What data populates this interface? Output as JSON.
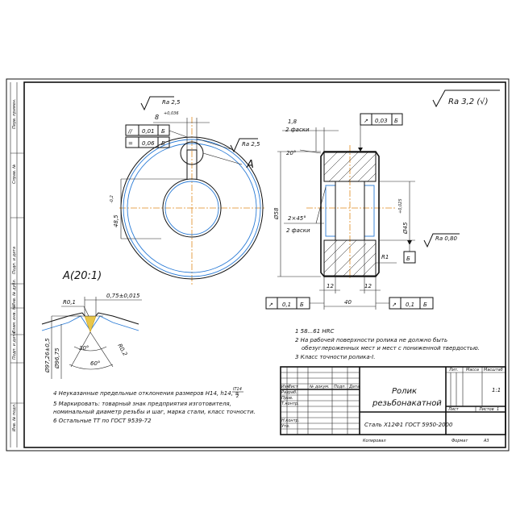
{
  "roughness": {
    "general": "Ra 3,2 (√)",
    "top_surface": "Ra 2,5",
    "keyway_side": "Ra 2,5",
    "bore": "Ra 0,80"
  },
  "front_view": {
    "keyway_width": "8",
    "keyway_tol": "+0,036",
    "tol_frame_1": {
      "symbol": "//",
      "value": "0,01",
      "datum": "Б"
    },
    "tol_frame_2": {
      "symbol": "=",
      "value": "0,06",
      "datum": "Б"
    },
    "dim_height": "48,5",
    "dim_height_tol": "-0,2",
    "section_letter": "A"
  },
  "side_view": {
    "chamfer_top": "1,8",
    "chamfer_top_label": "2 фаски",
    "angle": "20°",
    "runout_top": {
      "value": "0,03",
      "datum": "Б"
    },
    "dia_outer": "Ø58",
    "chamfer_inner": "2×45°",
    "chamfer_inner_label": "2 фаски",
    "dia_bore": "Ø45",
    "dia_bore_tol": "+0,025",
    "radius": "R1",
    "datum": "Б",
    "dim_12_left": "12",
    "dim_12_right": "12",
    "dim_40": "40",
    "runout_left": {
      "value": "0,1",
      "datum": "Б"
    },
    "runout_right": {
      "value": "0,1",
      "datum": "Б"
    }
  },
  "detail": {
    "title": "A(20:1)",
    "r01": "R0,1",
    "width": "0,75±0,015",
    "dia_1": "Ø97,26±0,5",
    "dia_2": "Ø96,75",
    "angle_30": "30°",
    "angle_60": "60°",
    "r02": "R0,2"
  },
  "notes_right": [
    "1 58...61 HRC",
    "2 На рабочей поверхности ролика не должно быть",
    "обезуглероженных мест и мест с пониженной твердостью.",
    "3 Класс точности ролика-I."
  ],
  "notes_left": [
    "4 Неуказанные предельные отклонения размеров H14, h14, ±",
    "5 Маркировать: товарный знак предприятия изготовителя,",
    "номинальный диаметр резьбы и шаг, марка стали, класс точности.",
    "6 Остальные ТТ по ГОСТ 9539-72"
  ],
  "it_fraction": {
    "num": "IT14",
    "den": "2"
  },
  "side_strip": [
    "Перв. примен.",
    "Справ. №",
    "Подп. и дата",
    "Инв. № дубл.",
    "Взам. инв. №",
    "Подп. и дата",
    "Инв. № подл."
  ],
  "title_block": {
    "name_1": "Ролик",
    "name_2": "резьбонакатной",
    "material": "Сталь Х12Ф1 ГОСТ 5950-2000",
    "col_izm": "Изм.",
    "col_list": "Лист",
    "col_doc": "№ докум.",
    "col_sign": "Подп.",
    "col_date": "Дата",
    "razrab": "Разраб.",
    "prov": "Пров.",
    "tkontr": "Т.контр.",
    "nkontr": "Н.контр.",
    "utv": "Утв.",
    "lit": "Лит.",
    "massa": "Масса",
    "masshtab": "Масштаб",
    "scale_val": "1:1",
    "list": "Лист",
    "listov": "Листов",
    "listov_val": "1",
    "kopiroval": "Копировал",
    "format": "Формат",
    "format_val": "A3"
  }
}
